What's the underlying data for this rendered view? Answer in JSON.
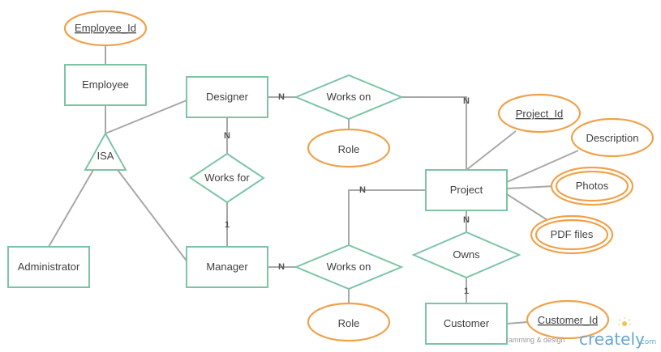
{
  "diagram": {
    "entities": {
      "employee": "Employee",
      "designer": "Designer",
      "administrator": "Administrator",
      "manager": "Manager",
      "project": "Project",
      "customer": "Customer"
    },
    "relationships": {
      "isa": "ISA",
      "works_on_designer": "Works on",
      "works_for": "Works for",
      "works_on_manager": "Works on",
      "owns": "Owns"
    },
    "attributes": {
      "employee_id": "Employee_Id",
      "role_designer": "Role",
      "role_manager": "Role",
      "project_id": "Project_Id",
      "description": "Description",
      "photos": "Photos",
      "pdf_files": "PDF files",
      "customer_id": "Customer_Id"
    },
    "cardinalities": {
      "designer_works_on": "N",
      "works_on_project": "N",
      "designer_works_for": "N",
      "works_for_manager": "1",
      "manager_works_on": "N",
      "works_on_project_2": "N",
      "project_owns": "N",
      "owns_customer": "1"
    }
  },
  "watermark": {
    "text": "ramming & design",
    "brand": "creately",
    "brand_suffix": ".com"
  }
}
